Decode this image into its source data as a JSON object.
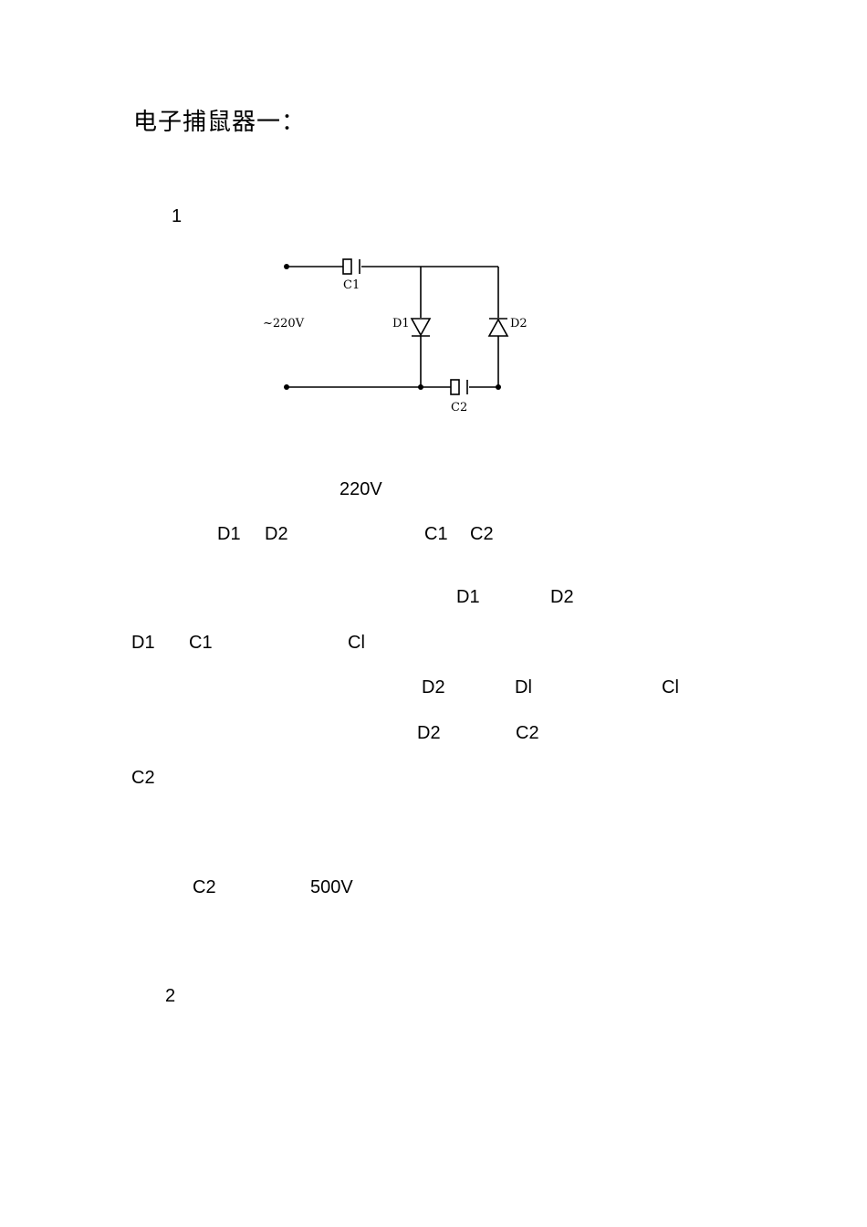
{
  "document": {
    "title": "电子捕鼠器一：",
    "section1_number": "1",
    "section2_number": "2"
  },
  "circuit": {
    "source_label": "~220V",
    "c1_label": "C1",
    "d1_label": "D1",
    "d2_label": "D2",
    "c2_label": "C2"
  },
  "lines": {
    "l1": [
      "220V"
    ],
    "l2": [
      "D1",
      "D2",
      "C1",
      "C2"
    ],
    "l3": [
      "D1",
      "D2"
    ],
    "l4": [
      "D1",
      "C1",
      "Cl"
    ],
    "l5": [
      "D2",
      "Dl",
      "Cl"
    ],
    "l6": [
      "D2",
      "C2"
    ],
    "l7": [
      "C2"
    ],
    "l8": [
      "C2",
      "500V"
    ]
  }
}
